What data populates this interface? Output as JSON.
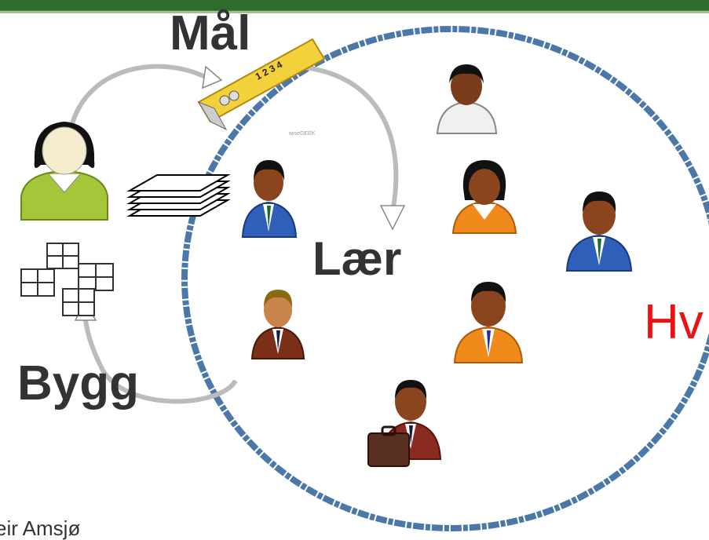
{
  "labels": {
    "maal": "Mål",
    "laer": "Lær",
    "bygg": "Bygg",
    "hv": "Hv",
    "footer": "eir Amsjø"
  },
  "tape_text": "wiseGEEK",
  "colors": {
    "topbar": "#2f6b2a",
    "circle": "#4a78a8",
    "hv_text": "#ee1111",
    "label_text": "#333333"
  },
  "icons": [
    "tape-measure-icon",
    "person-user-icon",
    "paper-stack-icon",
    "gift-boxes-icon",
    "person-white-shirt-icon",
    "person-orange-woman-icon",
    "person-blue-suit-icon",
    "person-brown-suit-icon",
    "person-orange-suit-icon",
    "person-briefcase-icon"
  ]
}
